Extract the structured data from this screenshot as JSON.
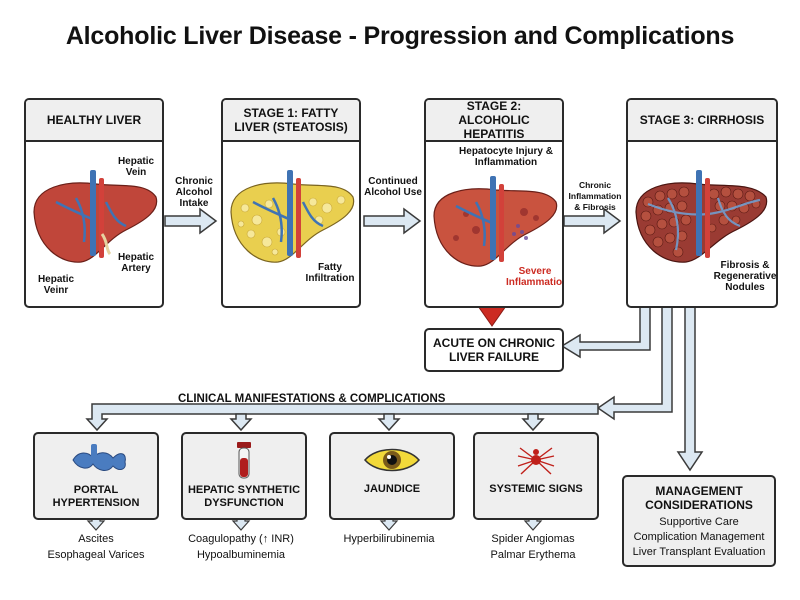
{
  "title": "Alcoholic Liver Disease - Progression and Complications",
  "stages": [
    {
      "title": "HEALTHY LIVER",
      "labels": [
        "Hepatic Vein",
        "Hepatic Artery",
        "Hepatic Veinr"
      ]
    },
    {
      "title": "STAGE 1: FATTY LIVER (STEATOSIS)",
      "labels": [
        "Fatty Infiltration"
      ]
    },
    {
      "title": "STAGE 2: ALCOHOLIC HEPATITIS",
      "labels": [
        "Hepatocyte Injury & Inflammation",
        "Severe Inflammation"
      ]
    },
    {
      "title": "STAGE 3: CIRRHOSIS",
      "labels": [
        "Fibrosis & Regenerative Nodules"
      ]
    }
  ],
  "transitions": [
    "Chronic Alcohol Intake",
    "Continued Alcohol Use",
    "Chronic Inflammation & Fibrosis"
  ],
  "acute_box": "ACUTE ON CHRONIC LIVER FAILURE",
  "complications_title": "CLINICAL MANIFESTATIONS & COMPLICATIONS",
  "complications": [
    {
      "label": "PORTAL HYPERTENSION",
      "details": [
        "Ascites",
        "Esophageal Varices"
      ],
      "icon": "portal-vein-icon"
    },
    {
      "label": "HEPATIC SYNTHETIC DYSFUNCTION",
      "details": [
        "Coagulopathy (↑ INR)",
        "Hypoalbuminemia"
      ],
      "icon": "blood-tube-icon"
    },
    {
      "label": "JAUNDICE",
      "details": [
        "Hyperbilirubinemia"
      ],
      "icon": "yellow-eye-icon"
    },
    {
      "label": "SYSTEMIC SIGNS",
      "details": [
        "Spider Angiomas",
        "Palmar Erythema"
      ],
      "icon": "spider-icon"
    }
  ],
  "management": {
    "title": "MANAGEMENT CONSIDERATIONS",
    "items": [
      "Supportive Care",
      "Complication Management",
      "Liver Transplant Evaluation"
    ]
  },
  "colors": {
    "arrow_fill": "#dce8f2",
    "arrow_stroke": "#3a3a3a",
    "liver_healthy": "#c0463a",
    "liver_fatty": "#e9cf4f",
    "liver_cirrhotic": "#9a3b33",
    "vessel_blue": "#3f73b4",
    "vessel_red": "#d2413a",
    "alert_red": "#cc2b22"
  }
}
